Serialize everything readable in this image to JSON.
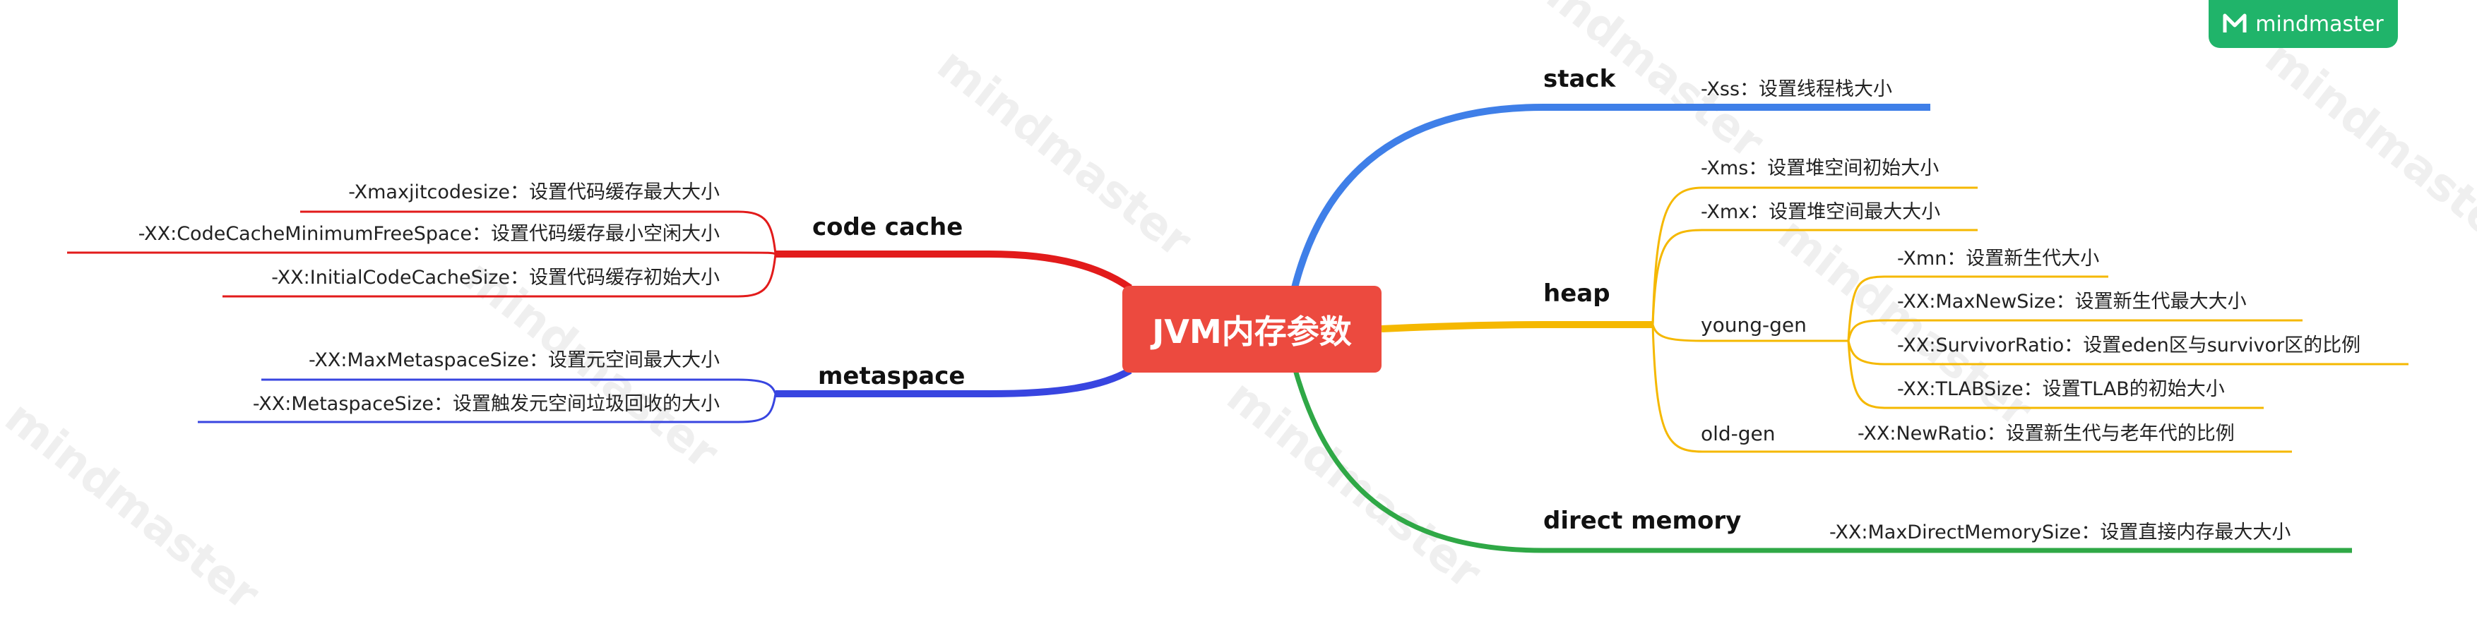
{
  "central_topic": "JVM内存参数",
  "branding": {
    "logo_text": "mindmaster",
    "watermark_text": "mindmaster"
  },
  "colors": {
    "central": "#ec4a3f",
    "stack": "#3f7fe8",
    "heap": "#f5b800",
    "direct_memory": "#2fa846",
    "code_cache": "#e21b1b",
    "metaspace": "#3845e0",
    "logo": "#20b46a"
  },
  "branches": {
    "stack": {
      "label": "stack",
      "items": [
        "-Xss：设置线程栈大小"
      ]
    },
    "heap": {
      "label": "heap",
      "items": [
        "-Xms：设置堆空间初始大小",
        "-Xmx：设置堆空间最大大小"
      ],
      "young_gen": {
        "label": "young-gen",
        "items": [
          "-Xmn：设置新生代大小",
          "-XX:MaxNewSize：设置新生代最大大小",
          "-XX:SurvivorRatio：设置eden区与survivor区的比例",
          "-XX:TLABSize：设置TLAB的初始大小"
        ]
      },
      "old_gen": {
        "label": "old-gen",
        "items": [
          "-XX:NewRatio：设置新生代与老年代的比例"
        ]
      }
    },
    "direct_memory": {
      "label": "direct memory",
      "items": [
        "-XX:MaxDirectMemorySize：设置直接内存最大大小"
      ]
    },
    "code_cache": {
      "label": "code cache",
      "items": [
        "-Xmaxjitcodesize：设置代码缓存最大大小",
        "-XX:CodeCacheMinimumFreeSpace：设置代码缓存最小空闲大小",
        "-XX:InitialCodeCacheSize：设置代码缓存初始大小"
      ]
    },
    "metaspace": {
      "label": "metaspace",
      "items": [
        "-XX:MaxMetaspaceSize：设置元空间最大大小",
        "-XX:MetaspaceSize：设置触发元空间垃圾回收的大小"
      ]
    }
  }
}
